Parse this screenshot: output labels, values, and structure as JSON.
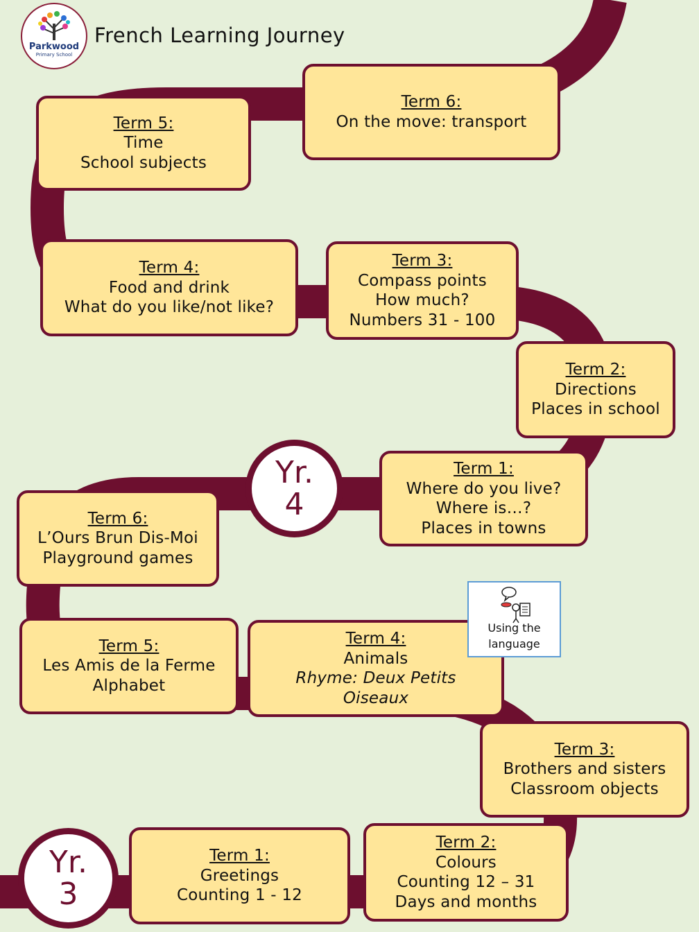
{
  "header": {
    "title": "French Learning Journey",
    "logo_name": "Parkwood",
    "logo_subtitle": "Primary School"
  },
  "symbol_card": {
    "line1": "Using the",
    "line2": "language"
  },
  "year3": {
    "badge_line1": "Yr.",
    "badge_line2": "3",
    "terms": [
      {
        "term": "Term 1:",
        "lines": [
          "Greetings",
          "Counting 1 - 12"
        ]
      },
      {
        "term": "Term 2:",
        "lines": [
          "Colours",
          "Counting 12 – 31",
          "Days and months"
        ]
      },
      {
        "term": "Term 3:",
        "lines": [
          "Brothers and sisters",
          "Classroom objects"
        ]
      },
      {
        "term": "Term 4:",
        "lines": [
          "Animals"
        ],
        "italic_lines": [
          "Rhyme: Deux Petits",
          "Oiseaux"
        ]
      },
      {
        "term": "Term 5:",
        "lines": [
          "Les Amis de la Ferme",
          "Alphabet"
        ]
      },
      {
        "term": "Term 6:",
        "lines": [
          "L’Ours Brun Dis-Moi",
          "Playground games"
        ]
      }
    ]
  },
  "year4": {
    "badge_line1": "Yr.",
    "badge_line2": "4",
    "terms": [
      {
        "term": "Term 1:",
        "lines": [
          "Where do you live?",
          "Where is…?",
          "Places in towns"
        ]
      },
      {
        "term": "Term 2:",
        "lines": [
          "Directions",
          "Places in school"
        ]
      },
      {
        "term": "Term 3:",
        "lines": [
          "Compass points",
          "How much?",
          "Numbers 31 - 100"
        ]
      },
      {
        "term": "Term 4:",
        "lines": [
          "Food and drink",
          "What do you like/not like?"
        ]
      },
      {
        "term": "Term 5:",
        "lines": [
          "Time",
          "School subjects"
        ]
      },
      {
        "term": "Term 6:",
        "lines": [
          "On the move: transport"
        ]
      }
    ]
  },
  "colors": {
    "road": "#6d0f2f",
    "box_fill": "#ffe699",
    "background": "#e6f0da"
  }
}
